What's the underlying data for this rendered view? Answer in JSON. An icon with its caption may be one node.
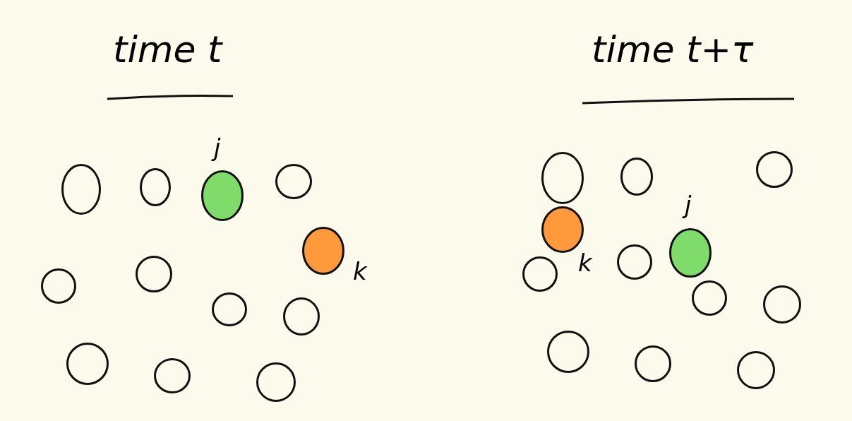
{
  "diagram": {
    "nodes": [
      {
        "text": [],
        "shape": "circle"
      },
      {
        "text": [],
        "shape": "circle"
      },
      {
        "text": [],
        "shape": "circle",
        "beside": [
          "j"
        ]
      },
      {
        "text": [],
        "shape": "circle"
      },
      {
        "text": [],
        "shape": "circle",
        "beside": [
          "k"
        ]
      },
      {
        "text": [],
        "shape": "circle"
      },
      {
        "text": [],
        "shape": "circle"
      },
      {
        "text": [],
        "shape": "circle"
      },
      {
        "text": [],
        "shape": "circle"
      },
      {
        "text": [],
        "shape": "circle"
      },
      {
        "text": [],
        "shape": "circle"
      },
      {
        "text": [],
        "shape": "circle"
      },
      {
        "text": [],
        "shape": "circle"
      },
      {
        "text": [],
        "shape": "circle"
      },
      {
        "text": [],
        "shape": "circle"
      },
      {
        "text": [],
        "shape": "circle",
        "beside": [
          "k"
        ]
      },
      {
        "text": [],
        "shape": "circle"
      },
      {
        "text": [],
        "shape": "circle"
      },
      {
        "text": [],
        "shape": "circle",
        "beside": [
          "j"
        ]
      },
      {
        "text": [],
        "shape": "circle"
      },
      {
        "text": [],
        "shape": "circle"
      },
      {
        "text": [],
        "shape": "circle"
      },
      {
        "text": [],
        "shape": "circle"
      },
      {
        "text": [],
        "shape": "circle"
      }
    ],
    "labels": [
      "time t",
      "time t+τ"
    ]
  }
}
